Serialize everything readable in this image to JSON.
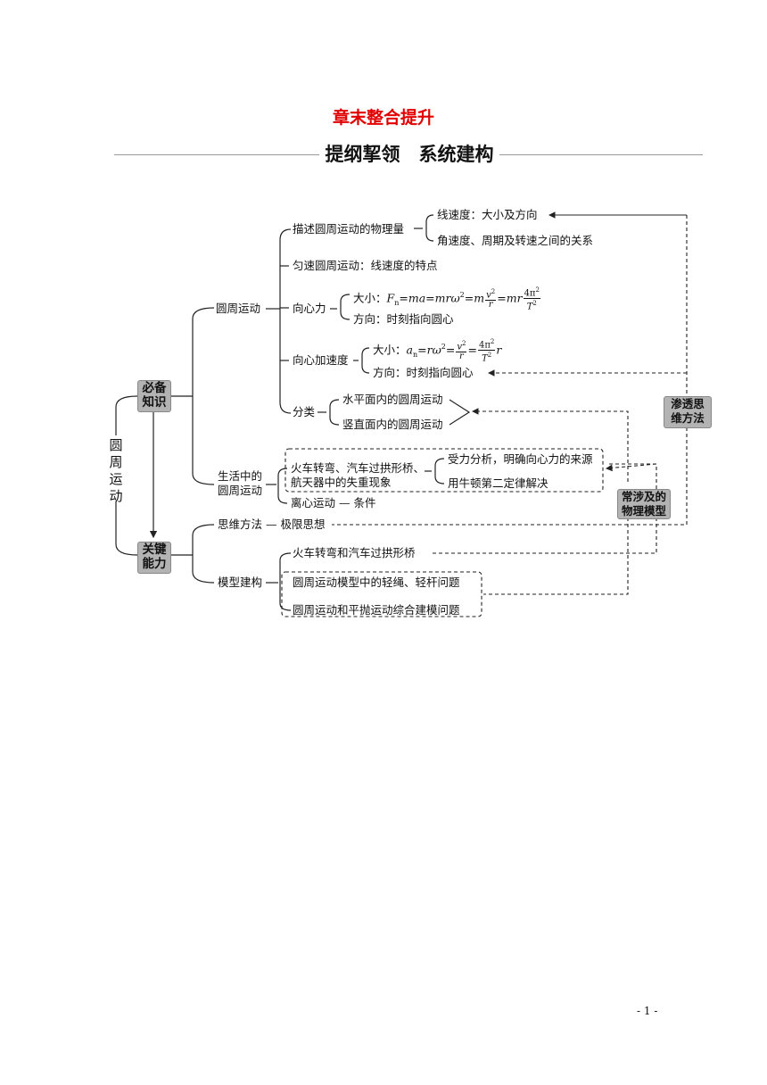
{
  "header": {
    "chapter_title": "章末整合提升",
    "section_title": "提纲挈领　系统建构"
  },
  "map": {
    "root": "圆周运动",
    "branches": [
      {
        "label": "必备知识"
      },
      {
        "label": "关键能力"
      }
    ],
    "knowledge": {
      "circular_motion": "圆周运动",
      "describe_quantities": "描述圆周运动的物理量",
      "linear_velocity": "线速度：大小及方向",
      "angular_velocity": "角速度、周期及转速之间的关系",
      "uniform_circular": "匀速圆周运动：线速度的特点",
      "centripetal_force": "向心力",
      "cf_magnitude_prefix": "大小：",
      "cf_direction": "方向：时刻指向圆心",
      "centripetal_accel": "向心加速度",
      "ca_magnitude_prefix": "大小：",
      "ca_direction": "方向：时刻指向圆心",
      "classification": "分类",
      "horizontal_plane": "水平面内的圆周运动",
      "vertical_plane": "竖直面内的圆周运动",
      "life_circular": "生活中的圆周运动",
      "life_circular_l1": "生活中的",
      "life_circular_l2": "圆周运动",
      "train_turn": "火车转弯、汽车过拱形桥、",
      "spacecraft": "航天器中的失重现象",
      "force_analysis": "受力分析，明确向心力的来源",
      "newton_second": "用牛顿第二定律解决",
      "centrifugal": "离心运动 — 条件"
    },
    "ability": {
      "thinking_method": "思维方法 — 极限思想",
      "model_building": "模型建构",
      "train_bridge": "火车转弯和汽车过拱形桥",
      "rope_rod": "圆周运动模型中的轻绳、轻杆问题",
      "combined": "圆周运动和平抛运动综合建模问题"
    },
    "side_boxes": {
      "thinking_methods": "渗透思维方法",
      "thinking_methods_l1": "渗透思",
      "thinking_methods_l2": "维方法",
      "physical_models": "常涉及的物理模型",
      "physical_models_l1": "常涉及的",
      "physical_models_l2": "物理模型"
    }
  },
  "page_number": "- 1 -"
}
